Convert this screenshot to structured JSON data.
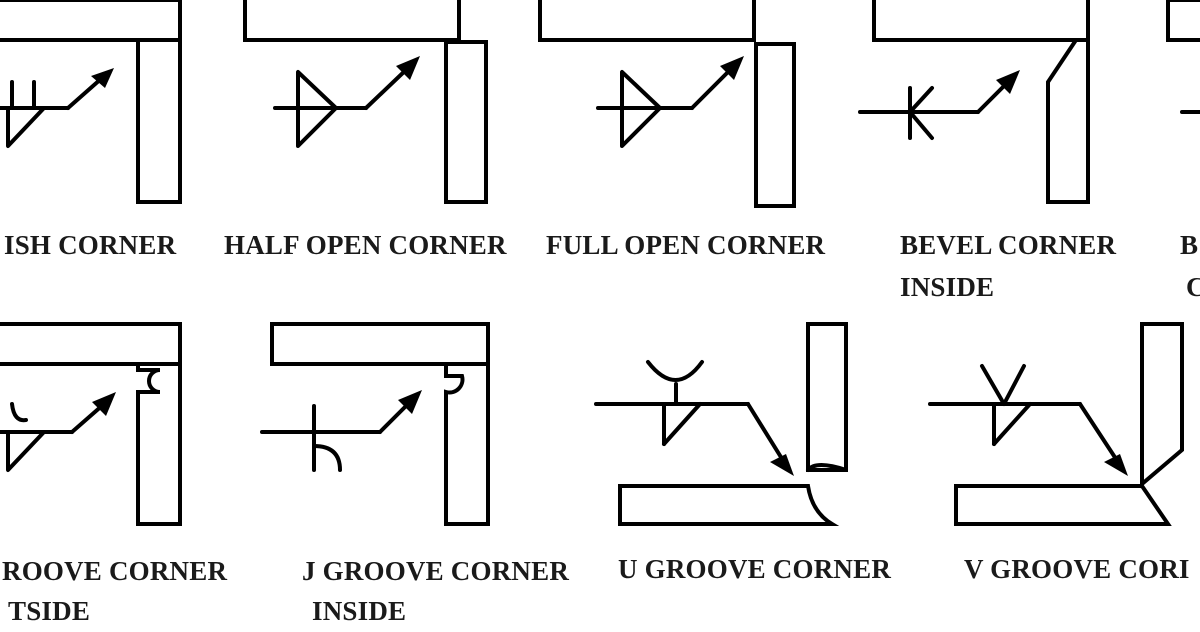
{
  "joints": [
    {
      "id": "flush-corner",
      "caption": [
        "ISH CORNER"
      ]
    },
    {
      "id": "half-open-corner",
      "caption": [
        "HALF OPEN CORNER"
      ]
    },
    {
      "id": "full-open-corner",
      "caption": [
        "FULL OPEN CORNER"
      ]
    },
    {
      "id": "bevel-corner-inside",
      "caption": [
        "BEVEL CORNER",
        "INSIDE"
      ]
    },
    {
      "id": "bevel-corner-cut",
      "caption": [
        "B",
        "C"
      ]
    },
    {
      "id": "groove-corner-inside",
      "caption": [
        "ROOVE CORNER",
        "TSIDE"
      ]
    },
    {
      "id": "j-groove-corner-inside",
      "caption": [
        "J GROOVE CORNER",
        "INSIDE"
      ]
    },
    {
      "id": "u-groove-corner",
      "caption": [
        "U GROOVE CORNER"
      ]
    },
    {
      "id": "v-groove-corner",
      "caption": [
        "V GROOVE CORI"
      ]
    }
  ],
  "colors": {
    "line": "#000000",
    "text": "#1a1a1a",
    "background": "#ffffff"
  }
}
